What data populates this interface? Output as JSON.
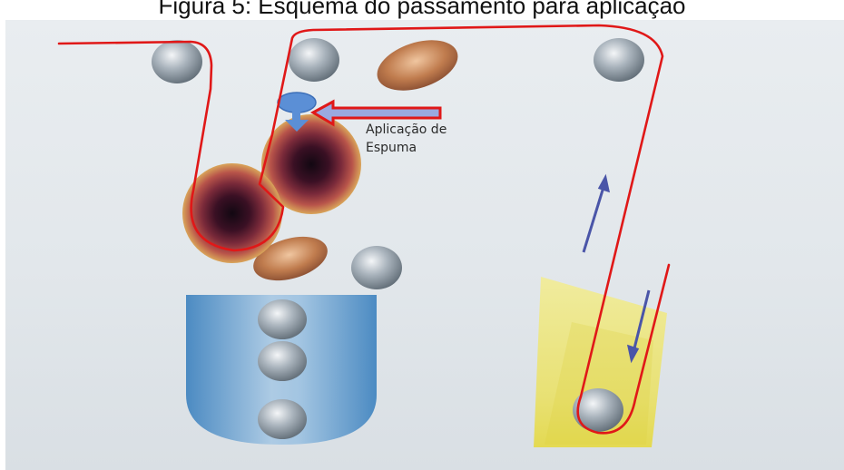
{
  "figure": {
    "caption": "Figura 5: Esquema do passamento para aplicação"
  },
  "annotation": {
    "line1": "Aplicação de",
    "line2": "Espuma"
  },
  "colors": {
    "path": "#e01818",
    "applicator": "#5b8fd6",
    "arrow_fill": "#9aa9e0",
    "arrow_border": "#e01818",
    "trough": "#4f91c9",
    "yellow_bath": "#ece57a",
    "roller": "#b8c1c9",
    "foam_roller": "#3a1024",
    "brown_roller": "#b87448",
    "direction_arrow": "#4a55a8"
  },
  "icons": [
    "steel-roller-icon",
    "foam-roller-icon",
    "foam-applicator-icon",
    "direction-arrow-icon"
  ]
}
